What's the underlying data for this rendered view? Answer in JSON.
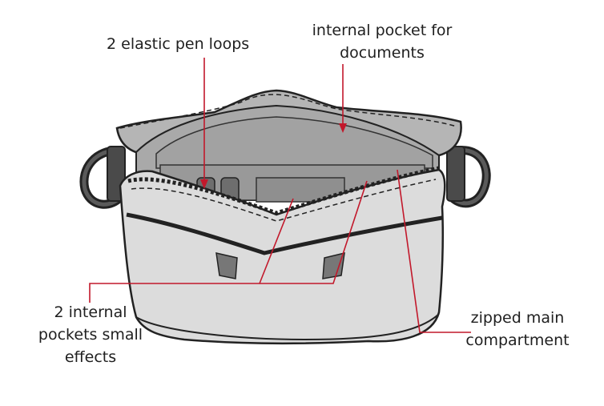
{
  "labels": {
    "pen_loops": "2 elastic pen loops",
    "document_pocket_line1": "internal pocket for",
    "document_pocket_line2": "documents",
    "small_pockets_line1": "2 internal",
    "small_pockets_line2": "pockets small",
    "small_pockets_line3": "effects",
    "main_compartment_line1": "zipped main",
    "main_compartment_line2": "compartment"
  },
  "colors": {
    "leader_line": "#c2182b",
    "outline": "#222222",
    "bag_body": "#dcdcdc",
    "bag_interior": "#a9a9a9",
    "handle": "#3a3a3a"
  }
}
